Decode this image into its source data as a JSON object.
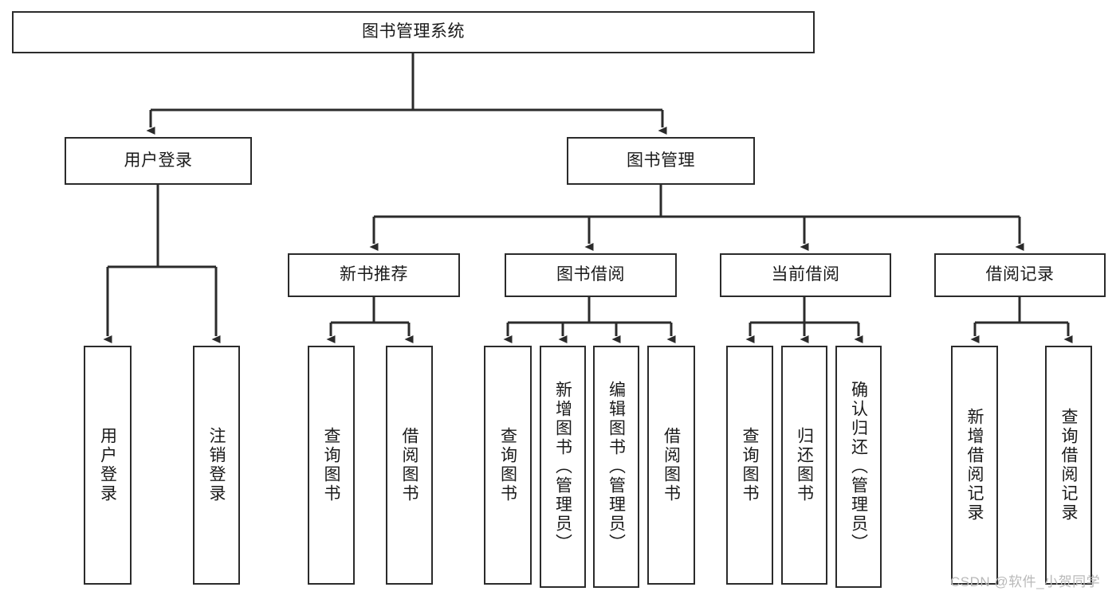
{
  "diagram": {
    "title": "图书管理系统",
    "type": "hierarchy-tree",
    "stroke_color": "#2b2b2b",
    "fill_color": "#ffffff",
    "text_color": "#1a1a1a"
  },
  "watermark": {
    "text": "CSDN @软件_小贺同学",
    "color": "#b9b9b9"
  },
  "nodes": {
    "root": {
      "label": "图书管理系统"
    },
    "level2": [
      {
        "label": "用户登录"
      },
      {
        "label": "图书管理"
      }
    ],
    "level3": [
      {
        "label": "新书推荐"
      },
      {
        "label": "图书借阅"
      },
      {
        "label": "当前借阅"
      },
      {
        "label": "借阅记录"
      }
    ],
    "leaves": {
      "user_login": [
        {
          "label": "用户登录"
        },
        {
          "label": "注销登录"
        }
      ],
      "new_book_recommend": [
        {
          "label": "查询图书"
        },
        {
          "label": "借阅图书"
        }
      ],
      "book_borrow": [
        {
          "label": "查询图书"
        },
        {
          "label": "新增图书（管理员）"
        },
        {
          "label": "编辑图书（管理员）"
        },
        {
          "label": "借阅图书"
        }
      ],
      "current_borrow": [
        {
          "label": "查询图书"
        },
        {
          "label": "归还图书"
        },
        {
          "label": "确认归还（管理员）"
        }
      ],
      "borrow_record": [
        {
          "label": "新增借阅记录"
        },
        {
          "label": "查询借阅记录"
        }
      ]
    }
  },
  "chart_data": {
    "type": "table",
    "title": "图书管理系统",
    "tree": [
      {
        "name": "图书管理系统",
        "children": [
          {
            "name": "用户登录",
            "children": [
              {
                "name": "用户登录"
              },
              {
                "name": "注销登录"
              }
            ]
          },
          {
            "name": "图书管理",
            "children": [
              {
                "name": "新书推荐",
                "children": [
                  {
                    "name": "查询图书"
                  },
                  {
                    "name": "借阅图书"
                  }
                ]
              },
              {
                "name": "图书借阅",
                "children": [
                  {
                    "name": "查询图书"
                  },
                  {
                    "name": "新增图书（管理员）"
                  },
                  {
                    "name": "编辑图书（管理员）"
                  },
                  {
                    "name": "借阅图书"
                  }
                ]
              },
              {
                "name": "当前借阅",
                "children": [
                  {
                    "name": "查询图书"
                  },
                  {
                    "name": "归还图书"
                  },
                  {
                    "name": "确认归还（管理员）"
                  }
                ]
              },
              {
                "name": "借阅记录",
                "children": [
                  {
                    "name": "新增借阅记录"
                  },
                  {
                    "name": "查询借阅记录"
                  }
                ]
              }
            ]
          }
        ]
      }
    ]
  }
}
